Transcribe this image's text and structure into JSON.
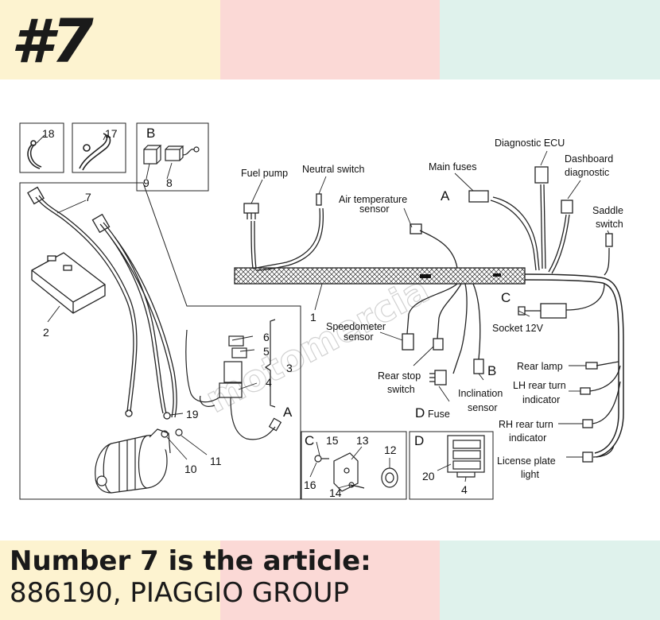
{
  "header": {
    "badge": "#7"
  },
  "footer": {
    "line1": "Number 7 is the article:",
    "line2": "886190, PIAGGIO GROUP"
  },
  "watermark": "motomercia",
  "colors": {
    "yellow": "#fdf3d0",
    "pink": "#fbd9d6",
    "mint": "#dff2ec",
    "ink": "#111111"
  },
  "diagram": {
    "labels": {
      "diagnostic_ecu": "Diagnostic ECU",
      "dashboard_1": "Dashboard",
      "dashboard_2": "diagnostic",
      "main_fuses": "Main fuses",
      "fuel_pump": "Fuel pump",
      "neutral_switch": "Neutral switch",
      "saddle_1": "Saddle",
      "saddle_2": "switch",
      "air_temp_1": "Air temperature",
      "air_temp_2": "sensor",
      "speedo_1": "Speedometer",
      "speedo_2": "sensor",
      "socket": "Socket 12V",
      "rear_stop_1": "Rear stop",
      "rear_stop_2": "switch",
      "inclination_1": "Inclination",
      "inclination_2": "sensor",
      "fuse": "Fuse",
      "rear_lamp": "Rear lamp",
      "lh_turn_1": "LH rear turn",
      "lh_turn_2": "indicator",
      "rh_turn_1": "RH rear turn",
      "rh_turn_2": "indicator",
      "plate_1": "License plate",
      "plate_2": "light"
    },
    "letters": {
      "a1": "A",
      "a2": "A",
      "b1": "B",
      "b2": "B",
      "c1": "C",
      "c2": "C",
      "d1": "D",
      "d2": "D"
    },
    "numbers": {
      "n1": "1",
      "n2": "2",
      "n3": "3",
      "n4": "4",
      "n5": "5",
      "n6": "6",
      "n7": "7",
      "n8": "8",
      "n9": "9",
      "n10": "10",
      "n11": "11",
      "n12": "12",
      "n13": "13",
      "n14": "14",
      "n15": "15",
      "n16": "16",
      "n17": "17",
      "n18": "18",
      "n19": "19",
      "n20": "20",
      "n4b": "4"
    }
  }
}
